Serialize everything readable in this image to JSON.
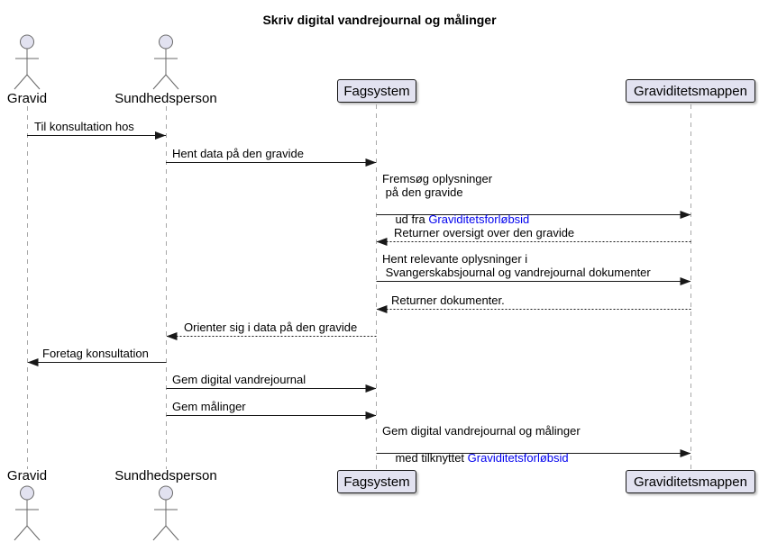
{
  "title": "Skriv digital vandrejournal og målinger",
  "colors": {
    "participant_fill": "#E2E2F0",
    "participant_border": "#181818",
    "lifeline": "#A8A8A8",
    "arrow": "#181818",
    "link": "#0000EE",
    "actor_stroke": "#696969"
  },
  "actors": [
    {
      "label": "Gravid"
    },
    {
      "label": "Sundhedsperson"
    }
  ],
  "participants": [
    {
      "label": "Fagsystem"
    },
    {
      "label": "Graviditetsmappen"
    }
  ],
  "messages": [
    {
      "from": "Gravid",
      "to": "Sundhedsperson",
      "style": "solid",
      "lines": [
        "Til konsultation hos"
      ]
    },
    {
      "from": "Sundhedsperson",
      "to": "Fagsystem",
      "style": "solid",
      "lines": [
        "Hent data på den gravide"
      ]
    },
    {
      "from": "Fagsystem",
      "to": "Graviditetsmappen",
      "style": "solid",
      "lines": [
        "Fremsøg oplysninger",
        " på den gravide"
      ],
      "link_prefix": "ud fra ",
      "link_text": "Graviditetsforløbsid"
    },
    {
      "from": "Graviditetsmappen",
      "to": "Fagsystem",
      "style": "dashed",
      "lines": [
        "Returner oversigt over den gravide"
      ]
    },
    {
      "from": "Fagsystem",
      "to": "Graviditetsmappen",
      "style": "solid",
      "lines": [
        "Hent relevante oplysninger i",
        " Svangerskabsjournal og vandrejournal dokumenter"
      ]
    },
    {
      "from": "Graviditetsmappen",
      "to": "Fagsystem",
      "style": "dashed",
      "lines": [
        "Returner dokumenter."
      ]
    },
    {
      "from": "Fagsystem",
      "to": "Sundhedsperson",
      "style": "dashed",
      "lines": [
        "Orienter sig i data på den gravide"
      ]
    },
    {
      "from": "Sundhedsperson",
      "to": "Gravid",
      "style": "solid",
      "lines": [
        "Foretag konsultation"
      ]
    },
    {
      "from": "Sundhedsperson",
      "to": "Fagsystem",
      "style": "solid",
      "lines": [
        "Gem digital vandrejournal"
      ]
    },
    {
      "from": "Sundhedsperson",
      "to": "Fagsystem",
      "style": "solid",
      "lines": [
        "Gem målinger"
      ]
    },
    {
      "from": "Fagsystem",
      "to": "Graviditetsmappen",
      "style": "solid",
      "lines": [
        "Gem digital vandrejournal og målinger"
      ],
      "link_prefix": "med tilknyttet ",
      "link_text": "Graviditetsforløbsid"
    }
  ]
}
